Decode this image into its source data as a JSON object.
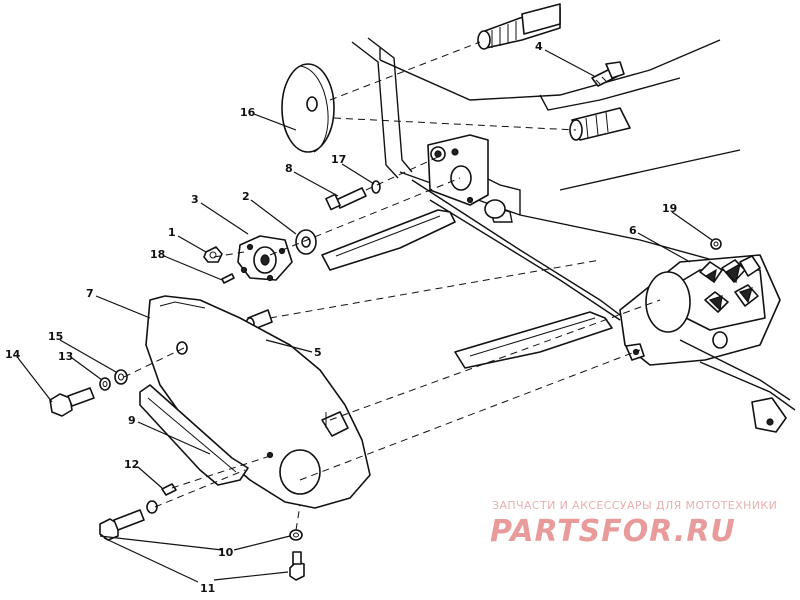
{
  "diagram": {
    "callouts": [
      {
        "id": "c1",
        "label": "1"
      },
      {
        "id": "c2",
        "label": "2"
      },
      {
        "id": "c3",
        "label": "3"
      },
      {
        "id": "c4",
        "label": "4"
      },
      {
        "id": "c5",
        "label": "5"
      },
      {
        "id": "c6",
        "label": "6"
      },
      {
        "id": "c7",
        "label": "7"
      },
      {
        "id": "c8",
        "label": "8"
      },
      {
        "id": "c9",
        "label": "9"
      },
      {
        "id": "c10",
        "label": "10"
      },
      {
        "id": "c11",
        "label": "11"
      },
      {
        "id": "c12",
        "label": "12"
      },
      {
        "id": "c13",
        "label": "13"
      },
      {
        "id": "c14",
        "label": "14"
      },
      {
        "id": "c15",
        "label": "15"
      },
      {
        "id": "c16",
        "label": "16"
      },
      {
        "id": "c17",
        "label": "17"
      },
      {
        "id": "c18",
        "label": "18"
      },
      {
        "id": "c19",
        "label": "19"
      }
    ]
  },
  "watermark": {
    "tagline": "ЗАПЧАСТИ И АКСЕССУАРЫ ДЛЯ МОТОТЕХНИКИ",
    "logo": "PARTSFOR.RU",
    "color": "#e99a9a"
  }
}
